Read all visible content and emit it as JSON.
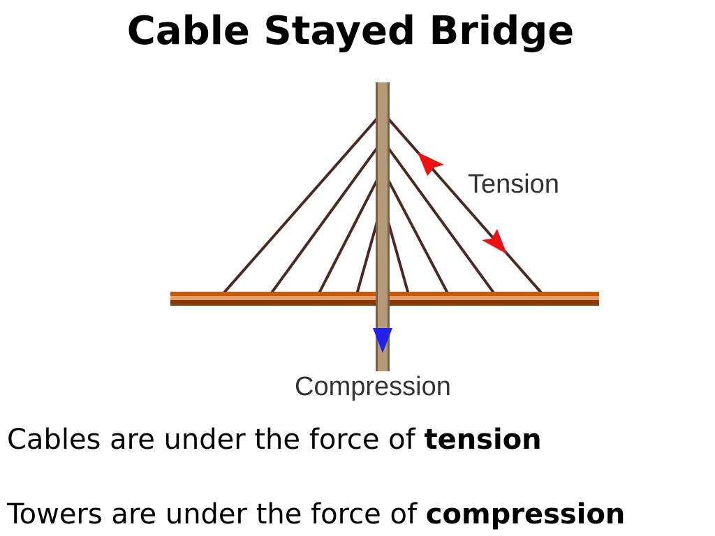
{
  "slide": {
    "title": "Cable Stayed Bridge"
  },
  "diagram": {
    "labels": {
      "tension": "Tension",
      "compression": "Compression"
    },
    "colors": {
      "cable": "#4a2a24",
      "tower": "#b49a78",
      "tower_edge": "#7a6144",
      "deck_top": "#c55a0a",
      "deck_mid": "#e8a06a",
      "deck_bottom": "#8a3a06",
      "tension_arrow": "#ee1111",
      "compression_arrow": "#2222ee"
    },
    "icons": {
      "tension_arrow": "red-arrow-icon",
      "compression_arrow": "blue-arrow-icon"
    }
  },
  "captions": [
    {
      "prefix": "Cables are under the force of ",
      "emphasis": "tension"
    },
    {
      "prefix": "Towers are under the force of ",
      "emphasis": "compression"
    }
  ]
}
